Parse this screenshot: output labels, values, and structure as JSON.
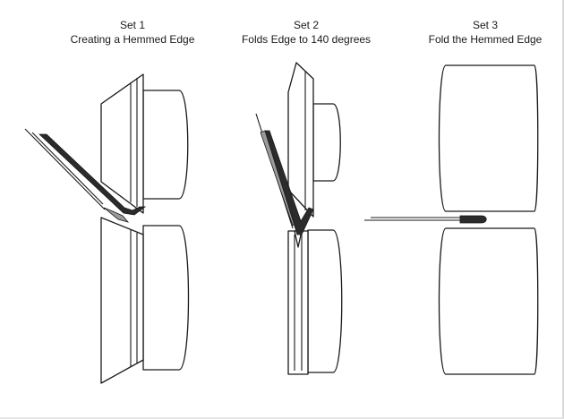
{
  "sets": [
    {
      "step": "Set 1",
      "caption": "Creating a Hemmed Edge"
    },
    {
      "step": "Set 2",
      "caption": "Folds Edge to 140 degrees"
    },
    {
      "step": "Set 3",
      "caption": "Fold the Hemmed Edge"
    }
  ]
}
